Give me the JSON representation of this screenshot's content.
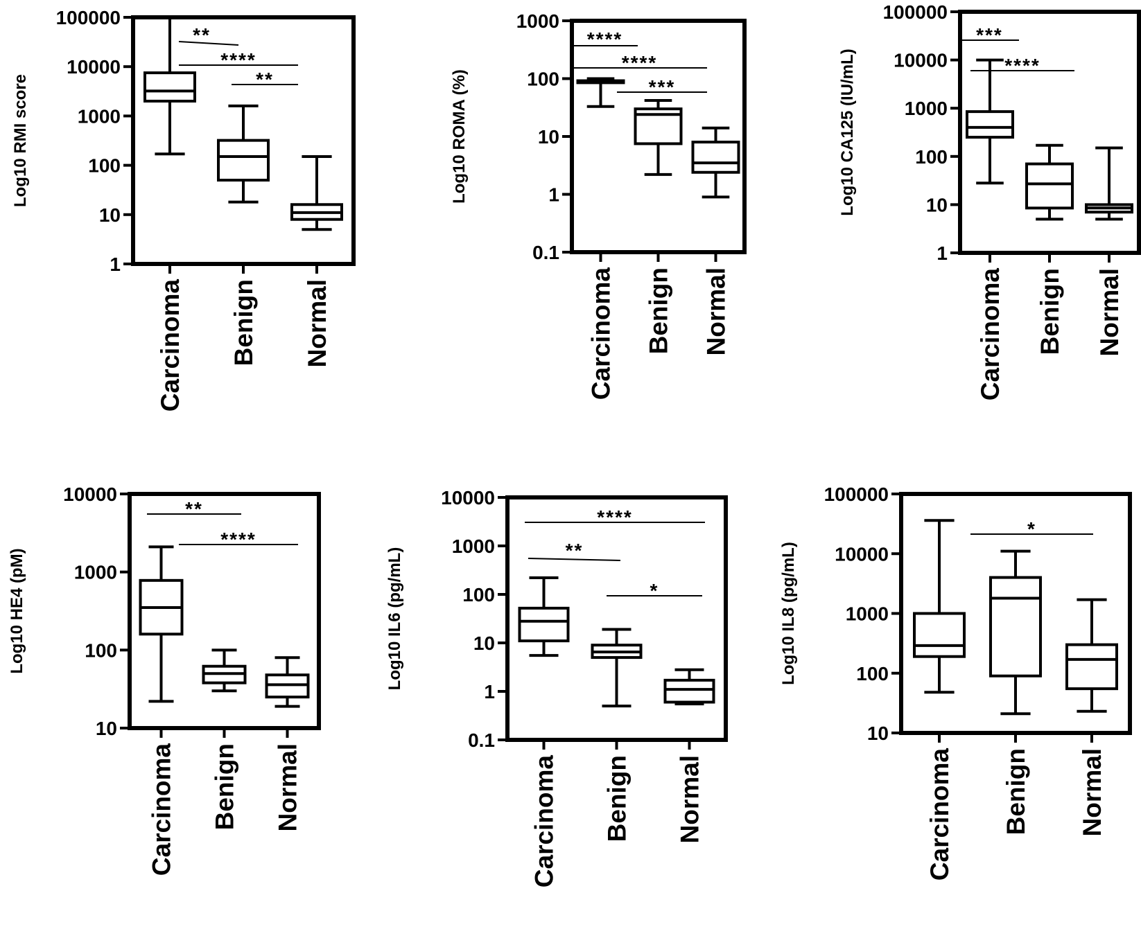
{
  "figure": {
    "background": "#ffffff",
    "ink": "#000000"
  },
  "chart_data": [
    {
      "type": "box",
      "ylabel": "Log10 RMI score",
      "yscale": "log",
      "ylim": [
        1,
        100000
      ],
      "yticks": [
        "1",
        "10",
        "100",
        "1000",
        "10000",
        "100000"
      ],
      "categories": [
        "Carcinoma",
        "Benign",
        "Normal"
      ],
      "boxes": [
        {
          "min": 170,
          "q1": 2000,
          "median": 3200,
          "q3": 7500,
          "max": 100000
        },
        {
          "min": 18,
          "q1": 50,
          "median": 150,
          "q3": 320,
          "max": 1600
        },
        {
          "min": 5,
          "q1": 8,
          "median": 11,
          "q3": 16,
          "max": 150
        }
      ],
      "significance": [
        {
          "from": 0,
          "to": 1,
          "label": "**"
        },
        {
          "from": 0,
          "to": 2,
          "label": "****"
        },
        {
          "from": 1,
          "to": 2,
          "label": "**"
        }
      ]
    },
    {
      "type": "box",
      "ylabel": "Log10 ROMA (%)",
      "yscale": "log",
      "ylim": [
        0.1,
        1000
      ],
      "yticks": [
        "0.1",
        "1",
        "10",
        "100",
        "1000"
      ],
      "categories": [
        "Carcinoma",
        "Benign",
        "Normal"
      ],
      "boxes": [
        {
          "min": 33,
          "q1": 85,
          "median": 88,
          "q3": 92,
          "max": 100
        },
        {
          "min": 2.2,
          "q1": 7.5,
          "median": 24,
          "q3": 30,
          "max": 42
        },
        {
          "min": 0.9,
          "q1": 2.4,
          "median": 3.5,
          "q3": 8,
          "max": 14
        }
      ],
      "significance": [
        {
          "from": 0,
          "to": 1,
          "label": "****"
        },
        {
          "from": 0,
          "to": 2,
          "label": "****"
        },
        {
          "from": 1,
          "to": 2,
          "label": "***"
        }
      ]
    },
    {
      "type": "box",
      "ylabel": "Log10 CA125 (IU/mL)",
      "yscale": "log",
      "ylim": [
        1,
        100000
      ],
      "yticks": [
        "1",
        "10",
        "100",
        "1000",
        "10000",
        "100000"
      ],
      "categories": [
        "Carcinoma",
        "Benign",
        "Normal"
      ],
      "boxes": [
        {
          "min": 28,
          "q1": 250,
          "median": 400,
          "q3": 850,
          "max": 10000
        },
        {
          "min": 5,
          "q1": 8.5,
          "median": 27,
          "q3": 70,
          "max": 170
        },
        {
          "min": 5,
          "q1": 7,
          "median": 8.5,
          "q3": 10,
          "max": 150
        }
      ],
      "significance": [
        {
          "from": 0,
          "to": 1,
          "label": "***"
        },
        {
          "from": 0,
          "to": 2,
          "label": "****"
        }
      ]
    },
    {
      "type": "box",
      "ylabel": "Log10 HE4 (pM)",
      "yscale": "log",
      "ylim": [
        10,
        10000
      ],
      "yticks": [
        "10",
        "100",
        "1000",
        "10000"
      ],
      "categories": [
        "Carcinoma",
        "Benign",
        "Normal"
      ],
      "boxes": [
        {
          "min": 22,
          "q1": 160,
          "median": 350,
          "q3": 780,
          "max": 2100
        },
        {
          "min": 30,
          "q1": 38,
          "median": 50,
          "q3": 62,
          "max": 100
        },
        {
          "min": 19,
          "q1": 25,
          "median": 36,
          "q3": 48,
          "max": 80
        }
      ],
      "significance": [
        {
          "from": 0,
          "to": 1,
          "label": "**"
        },
        {
          "from": 0,
          "to": 2,
          "label": "****"
        }
      ]
    },
    {
      "type": "box",
      "ylabel": "Log10 IL6 (pg/mL)",
      "yscale": "log",
      "ylim": [
        0.1,
        10000
      ],
      "yticks": [
        "0.1",
        "1",
        "10",
        "100",
        "1000",
        "10000"
      ],
      "categories": [
        "Carcinoma",
        "Benign",
        "Normal"
      ],
      "boxes": [
        {
          "min": 5.5,
          "q1": 11,
          "median": 28,
          "q3": 52,
          "max": 220
        },
        {
          "min": 0.5,
          "q1": 5,
          "median": 6.5,
          "q3": 9,
          "max": 19
        },
        {
          "min": 0.55,
          "q1": 0.6,
          "median": 1.1,
          "q3": 1.7,
          "max": 2.8
        }
      ],
      "significance": [
        {
          "from": 0,
          "to": 2,
          "label": "****"
        },
        {
          "from": 0,
          "to": 1,
          "label": "**"
        },
        {
          "from": 1,
          "to": 2,
          "label": "*"
        }
      ]
    },
    {
      "type": "box",
      "ylabel": "Log10 IL8 (pg/mL)",
      "yscale": "log",
      "ylim": [
        10,
        100000
      ],
      "yticks": [
        "10",
        "100",
        "1000",
        "10000",
        "100000"
      ],
      "categories": [
        "Carcinoma",
        "Benign",
        "Normal"
      ],
      "boxes": [
        {
          "min": 48,
          "q1": 190,
          "median": 290,
          "q3": 1000,
          "max": 36000
        },
        {
          "min": 21,
          "q1": 90,
          "median": 1800,
          "q3": 4000,
          "max": 11000
        },
        {
          "min": 23,
          "q1": 55,
          "median": 170,
          "q3": 300,
          "max": 1700
        }
      ],
      "significance": [
        {
          "from": 0,
          "to": 2,
          "label": "*"
        }
      ]
    }
  ]
}
